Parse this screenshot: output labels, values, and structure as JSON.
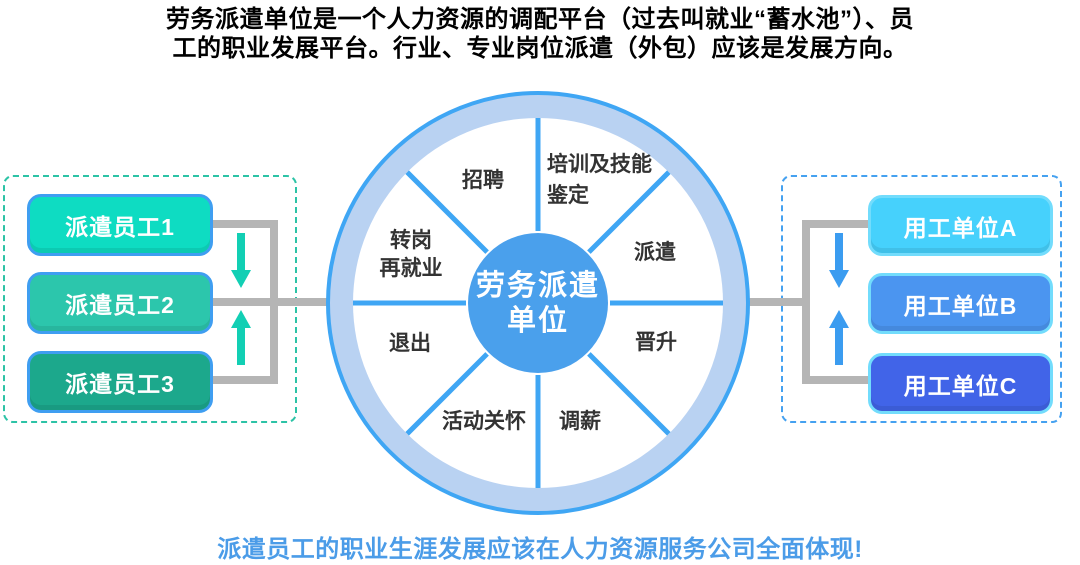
{
  "header": {
    "line1": "劳务派遣单位是一个人力资源的调配平台（过去叫就业“蓄水池”）、员",
    "line2": "工的职业发展平台。行业、专业岗位派遣（外包）应该是发展方向。"
  },
  "wheel": {
    "center_label": "劳务派遣\n单位",
    "center_color": "#4aa0ec",
    "ring_color": "#b9d2f2",
    "edge_color": "#3fa6f4",
    "spoke_color": "#3fa6f4",
    "segments": [
      {
        "label": "招聘"
      },
      {
        "label": "培训及技能\n鉴定"
      },
      {
        "label": "派遣"
      },
      {
        "label": "晋升"
      },
      {
        "label": "调薪"
      },
      {
        "label": "活动关怀"
      },
      {
        "label": "退出"
      },
      {
        "label": "转岗\n再就业"
      }
    ]
  },
  "left_group": {
    "border_color": "#2cc3a6",
    "box_border_color": "#3f9ef1",
    "items": [
      {
        "label": "派遣员工1",
        "color": "#0edcc2"
      },
      {
        "label": "派遣员工2",
        "color": "#2cc6ac"
      },
      {
        "label": "派遣员工3",
        "color": "#1ca88c"
      }
    ]
  },
  "right_group": {
    "border_color": "#45a1f0",
    "box_border_color": "#72dcfc",
    "items": [
      {
        "label": "用工单位A",
        "color": "#46d1fc"
      },
      {
        "label": "用工单位B",
        "color": "#4b95f0"
      },
      {
        "label": "用工单位C",
        "color": "#4164e8"
      }
    ]
  },
  "footer": {
    "text": "派遣员工的职业生涯发展应该在人力资源服务公司全面体现!"
  },
  "colors": {
    "title_text": "#000000",
    "footer_text": "#4b9ce8",
    "connector": "#b5b5b5",
    "left_arrow": "#12cfb4",
    "right_arrow": "#3b9cf0",
    "segment_text": "#333333"
  }
}
